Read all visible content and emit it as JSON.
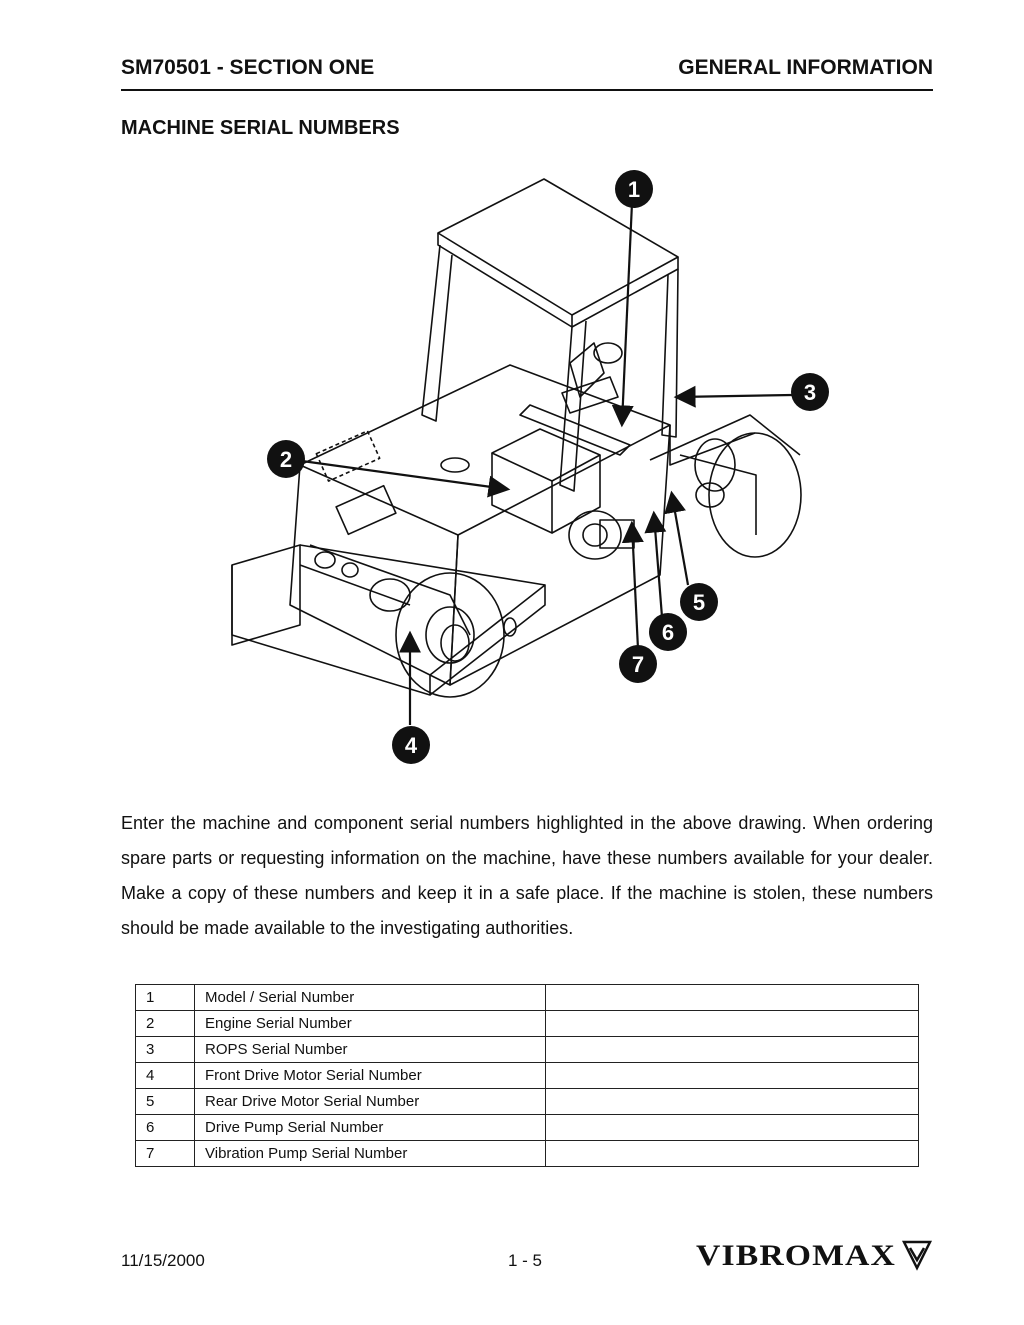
{
  "header": {
    "left": "SM70501 - SECTION ONE",
    "right": "GENERAL INFORMATION"
  },
  "section_title": "MACHINE SERIAL NUMBERS",
  "figure": {
    "description_icon": "roller-compactor-illustration",
    "callouts": [
      "1",
      "2",
      "3",
      "4",
      "5",
      "6",
      "7"
    ]
  },
  "body_text": "Enter the machine and component serial numbers highlighted in the above drawing. When ordering spare parts or requesting information on the machine, have these numbers available for your dealer. Make a copy of these numbers and keep it in a safe place. If the machine is stolen, these numbers should be made available to the investigating authorities.",
  "serial_table": {
    "rows": [
      {
        "num": "1",
        "label": "Model / Serial Number",
        "value": ""
      },
      {
        "num": "2",
        "label": "Engine Serial Number",
        "value": ""
      },
      {
        "num": "3",
        "label": "ROPS Serial Number",
        "value": ""
      },
      {
        "num": "4",
        "label": "Front Drive Motor Serial Number",
        "value": ""
      },
      {
        "num": "5",
        "label": "Rear Drive Motor Serial Number",
        "value": ""
      },
      {
        "num": "6",
        "label": "Drive Pump Serial Number",
        "value": ""
      },
      {
        "num": "7",
        "label": "Vibration Pump Serial Number",
        "value": ""
      }
    ]
  },
  "footer": {
    "date": "11/15/2000",
    "page": "1 - 5",
    "logo_text": "VIBROMAX"
  }
}
